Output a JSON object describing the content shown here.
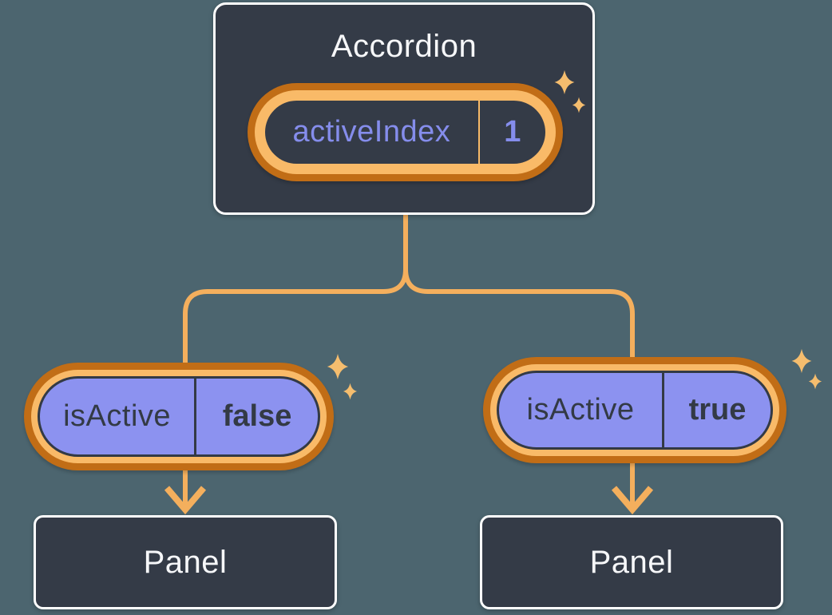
{
  "diagram": {
    "root": {
      "title": "Accordion",
      "state_pill": {
        "label": "activeIndex",
        "value": "1"
      }
    },
    "children": [
      {
        "prop_pill": {
          "label": "isActive",
          "value": "false"
        },
        "panel": {
          "title": "Panel"
        }
      },
      {
        "prop_pill": {
          "label": "isActive",
          "value": "true"
        },
        "panel": {
          "title": "Panel"
        }
      }
    ]
  },
  "icons": {
    "sparkle": "sparkle-icon",
    "arrow": "arrow-down-icon"
  },
  "colors": {
    "background": "#4C656F",
    "node_fill": "#343B47",
    "node_border": "#FFFFFF",
    "node_text": "#F6F7F9",
    "connector_orange": "#F4AF5D",
    "ring_dark_orange": "#C16D16",
    "ring_light_orange": "#F9BA68",
    "pill_purple": "#8C92F0",
    "pill_dark_text": "#333A45",
    "state_text_purple": "#858DEC",
    "sparkle_gold": "#F5BD6E"
  }
}
